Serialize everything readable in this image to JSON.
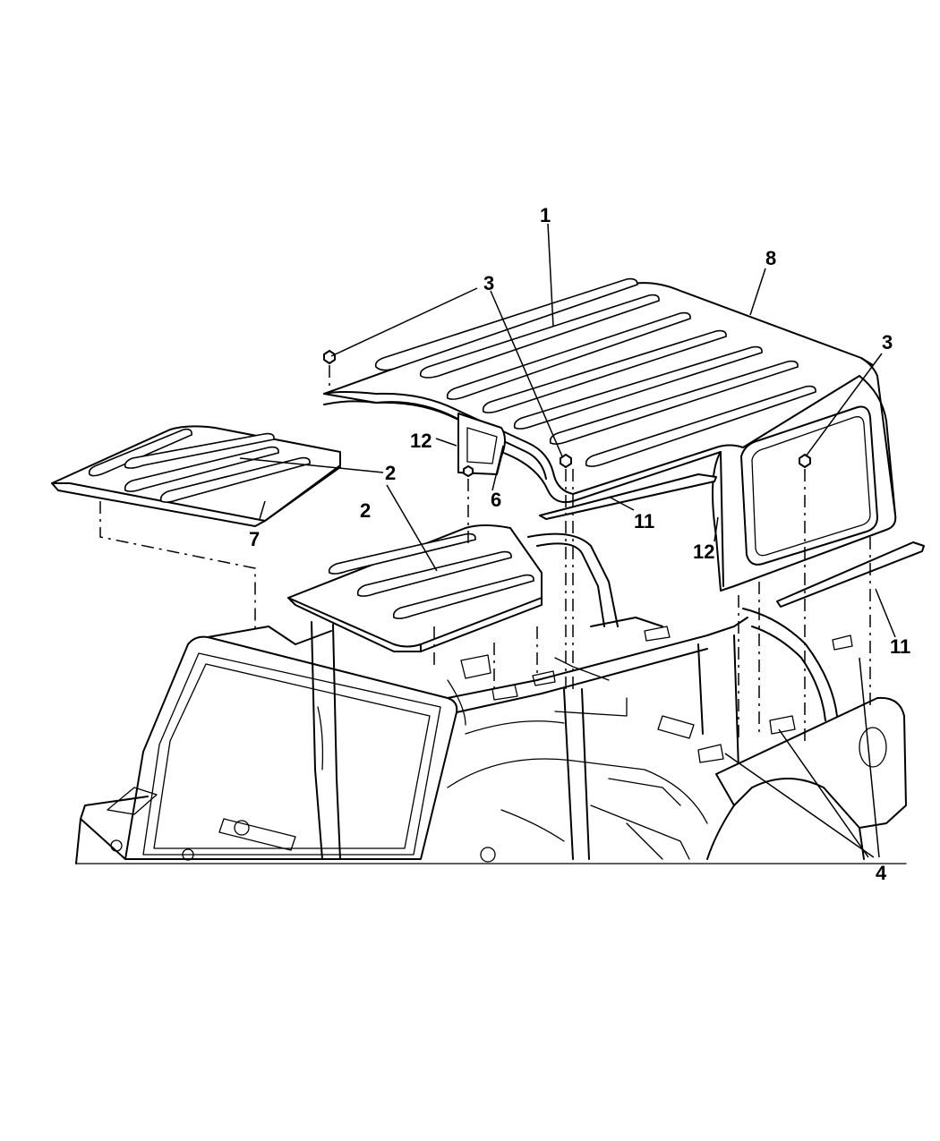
{
  "callouts": {
    "c1": "1",
    "c2a": "2",
    "c2b": "2",
    "c3a": "3",
    "c3b": "3",
    "c4": "4",
    "c6": "6",
    "c7": "7",
    "c8": "8",
    "c11a": "11",
    "c11b": "11",
    "c12a": "12",
    "c12b": "12"
  }
}
